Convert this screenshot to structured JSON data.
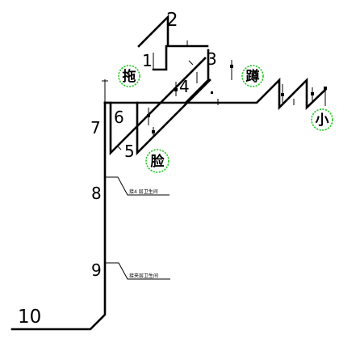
{
  "labels": {
    "n1": "1",
    "n2": "2",
    "n3": "3",
    "n4": "4",
    "n5": "5",
    "n6": "6",
    "n7": "7",
    "n8": "8",
    "n9": "9",
    "n10": "10"
  },
  "fixtures": {
    "mop_sink": "拖",
    "squat_toilet": "蹲",
    "washbasin": "脸",
    "urinal": "小"
  },
  "notes": {
    "note_upper": "接4 层卫生间",
    "note_lower": "接夹层卫生间"
  },
  "colors": {
    "line": "#000000",
    "badge_border": "#22cc22"
  }
}
